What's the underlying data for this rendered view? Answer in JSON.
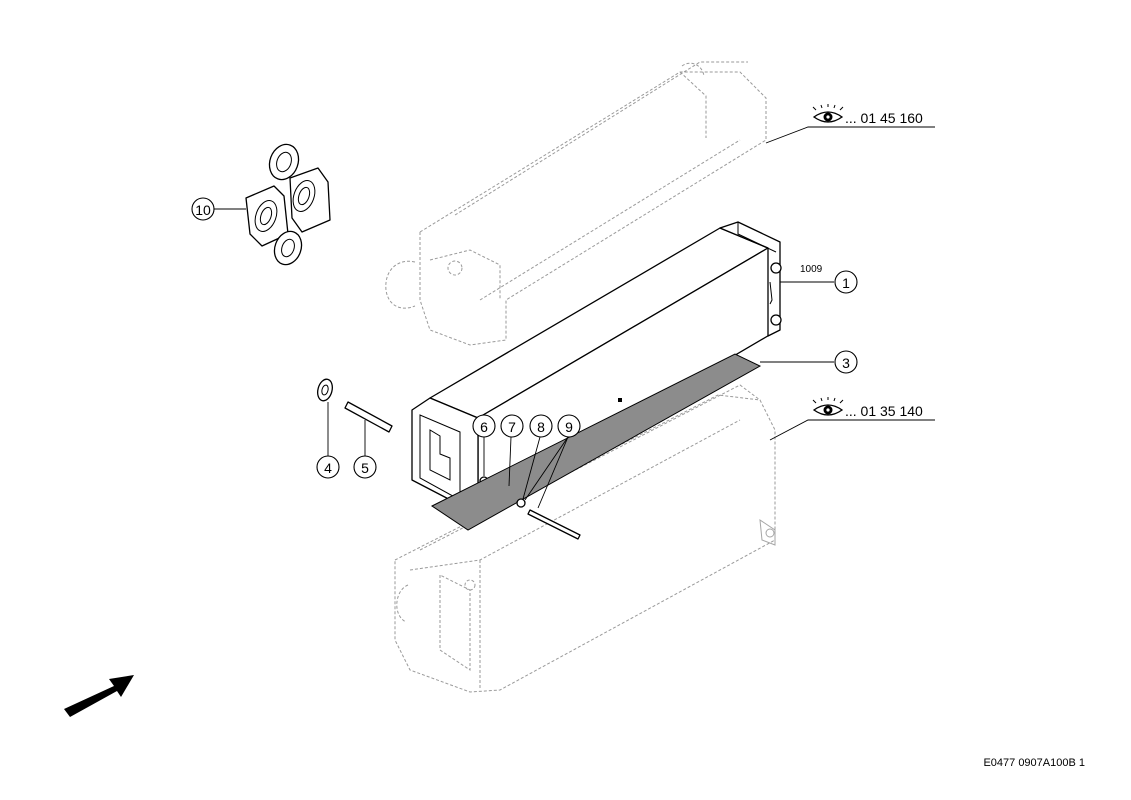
{
  "callouts": {
    "c1": "1",
    "c3": "3",
    "c4": "4",
    "c5": "5",
    "c6": "6",
    "c7": "7",
    "c8": "8",
    "c9": "9",
    "c10": "10"
  },
  "part_code": "1009",
  "references": {
    "upper": "... 01 45 160",
    "lower": "... 01 35 140"
  },
  "footer_code": "E0477 0907A100B 1",
  "icons": {
    "reference": "eye-icon",
    "direction": "arrow-icon"
  }
}
